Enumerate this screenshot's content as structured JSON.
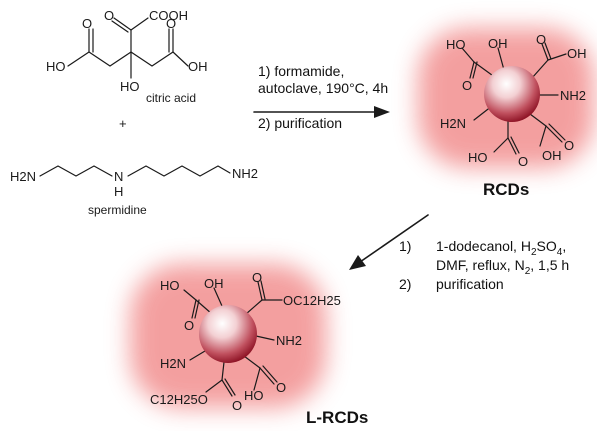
{
  "reactants": {
    "citric_acid": {
      "name": "citric acid",
      "atoms": {
        "cooh_top": "COOH",
        "ho_left": "HO",
        "oh_right": "OH",
        "ho_center": "HO",
        "o_label": "O"
      }
    },
    "plus": "+",
    "spermidine": {
      "name": "spermidine",
      "atoms": {
        "h2n_left": "H2N",
        "nh_n": "N",
        "nh_h": "H",
        "nh2_right": "NH2"
      }
    }
  },
  "step1": {
    "line1": "1) formamide,",
    "line2": "autoclave, 190°C, 4h",
    "line3": "2) purification"
  },
  "rcds": {
    "label": "RCDs",
    "groups": {
      "ho_tl": "HO",
      "oh_top": "OH",
      "oh_tr": "OH",
      "o": "O",
      "nh2": "NH2",
      "h2n": "H2N",
      "ho_bl": "HO",
      "oh_br": "OH"
    }
  },
  "step2": {
    "num1": "1)",
    "line1_a": "1-dodecanol, H",
    "line1_b": "2",
    "line1_c": "SO",
    "line1_d": "4",
    "line1_e": ",",
    "line2_a": "DMF, reflux, N",
    "line2_b": "2",
    "line2_c": ", 1,5 h",
    "num2": "2)",
    "line3": "purification"
  },
  "lrcds": {
    "label": "L-RCDs",
    "groups": {
      "ho": "HO",
      "oh": "OH",
      "oc12h25": "OC12H25",
      "o": "O",
      "nh2": "NH2",
      "h2n": "H2N",
      "c12h25o": "C12H25O",
      "ho_bottom": "HO"
    }
  },
  "colors": {
    "halo": "#f08080",
    "sphere_dark": "#a0142a",
    "sphere_light": "#ffffff",
    "ink": "#1a1a1a"
  }
}
